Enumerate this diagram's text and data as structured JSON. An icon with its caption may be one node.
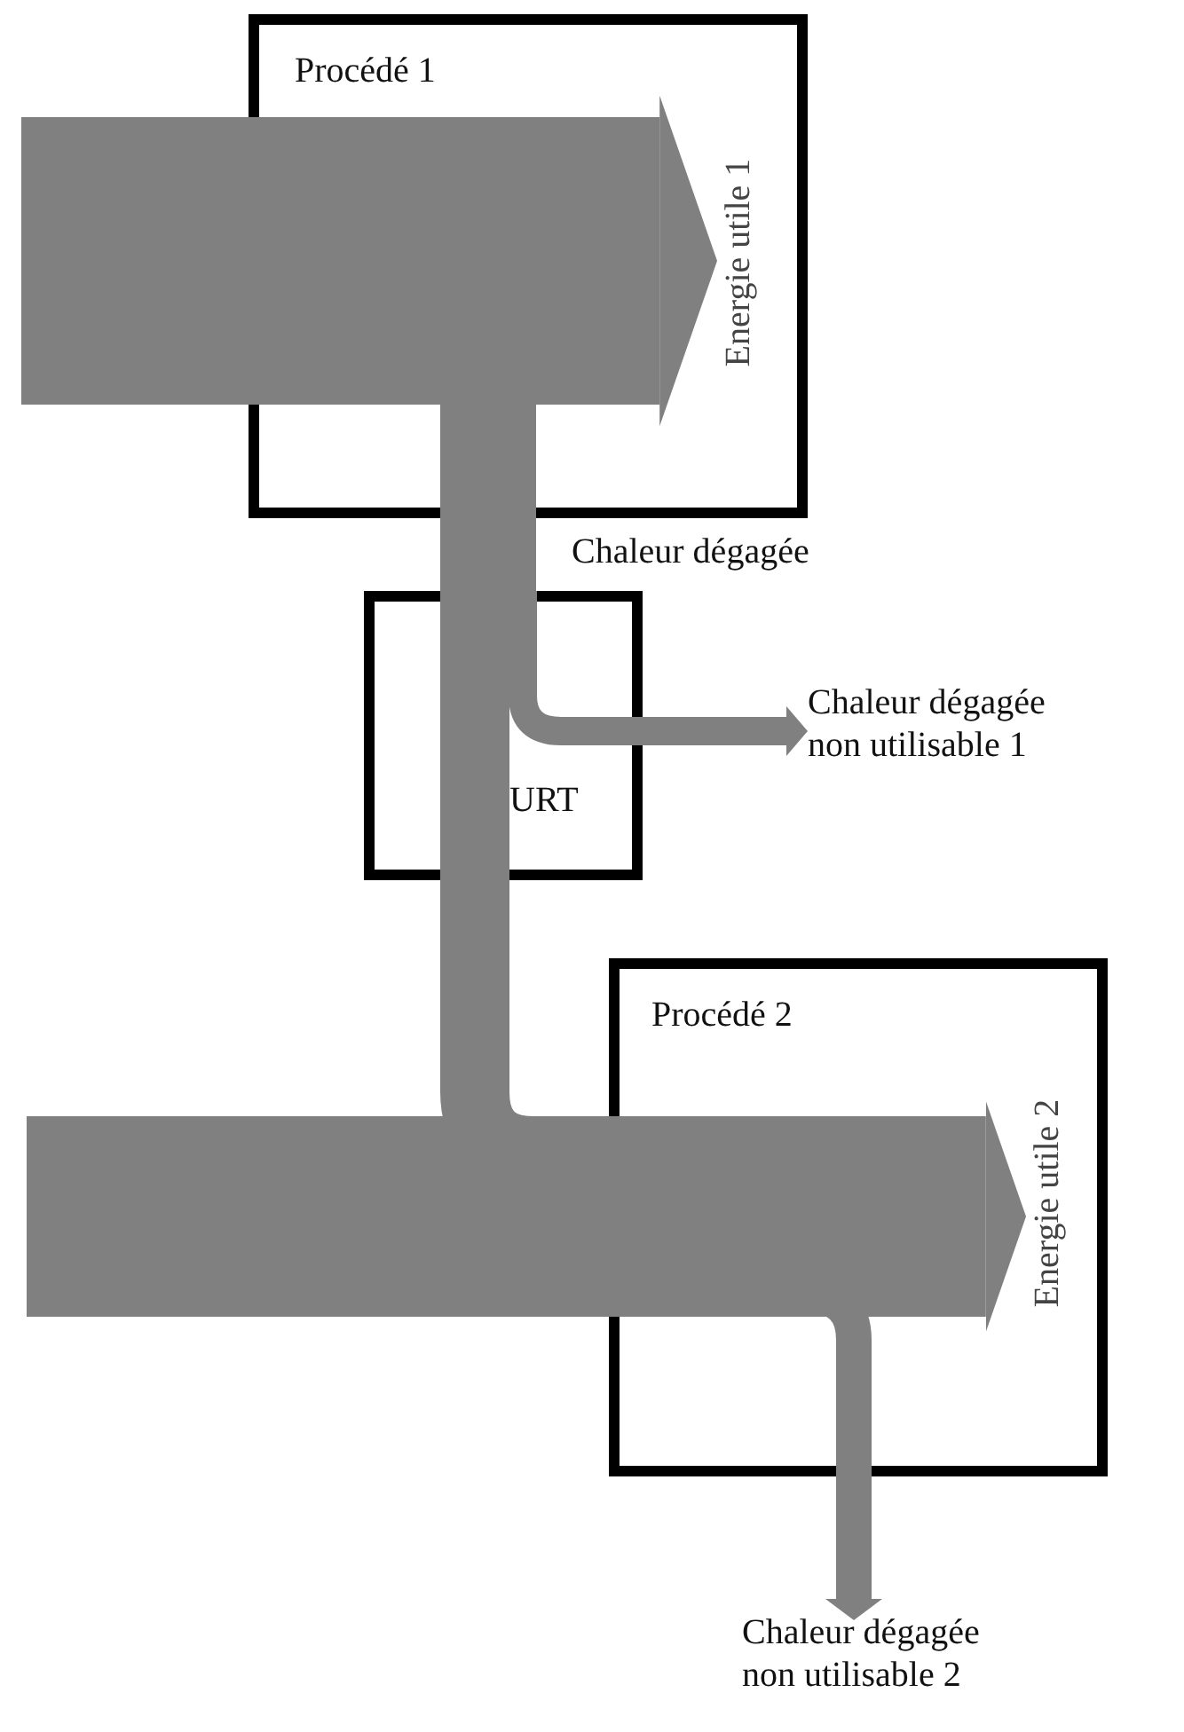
{
  "diagram": {
    "nodes": [
      {
        "text": [
          "Procédé 1"
        ]
      },
      {
        "text": [
          "Energie utile 1"
        ],
        "in": 0
      },
      {
        "text": [
          "URT"
        ]
      },
      {
        "text": [
          "Chaleur dégagée non utilisable 1"
        ]
      },
      {
        "text": [
          "Procédé 2"
        ]
      },
      {
        "text": [
          "Energie utile 2"
        ],
        "in": 4
      },
      {
        "text": [
          "Chaleur dégagée non utilisable 2"
        ]
      }
    ],
    "edges": [
      {
        "from": null,
        "to": 1,
        "arrow": "to",
        "style": "thick"
      },
      {
        "from": 0,
        "to": 2,
        "arrow": "none",
        "label": "Chaleur dégagée"
      },
      {
        "from": 2,
        "to": 4,
        "arrow": "none"
      },
      {
        "from": 2,
        "to": 3,
        "arrow": "to"
      },
      {
        "from": null,
        "to": 5,
        "arrow": "to",
        "style": "thick"
      },
      {
        "from": 4,
        "to": 6,
        "arrow": "to"
      }
    ]
  }
}
